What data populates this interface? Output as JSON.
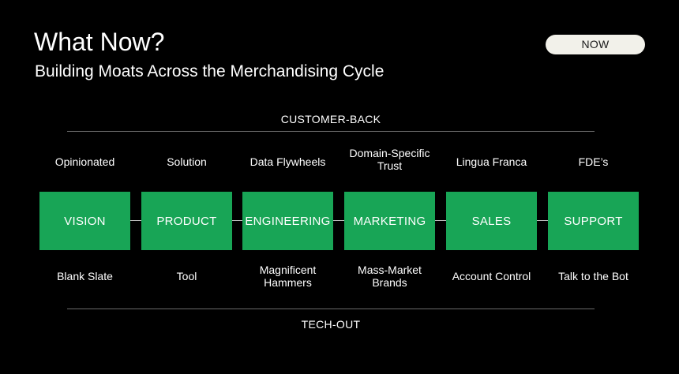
{
  "title": "What Now?",
  "subtitle": "Building Moats Across the Merchandising Cycle",
  "badge": "NOW",
  "top_axis": "CUSTOMER-BACK",
  "bottom_axis": "TECH-OUT",
  "colors": {
    "background": "#000000",
    "box_fill": "#18a556",
    "badge_fill": "#f2f1ea",
    "rule": "#6b6b6b"
  },
  "stages": [
    {
      "label": "VISION",
      "now": "Opinionated",
      "then": "Blank Slate"
    },
    {
      "label": "PRODUCT",
      "now": "Solution",
      "then": "Tool"
    },
    {
      "label": "ENGINEERING",
      "now": "Data Flywheels",
      "then": "Magnificent Hammers"
    },
    {
      "label": "MARKETING",
      "now": "Domain-Specific Trust",
      "then": "Mass-Market Brands"
    },
    {
      "label": "SALES",
      "now": "Lingua Franca",
      "then": "Account Control"
    },
    {
      "label": "SUPPORT",
      "now": "FDE’s",
      "then": "Talk to the Bot"
    }
  ]
}
